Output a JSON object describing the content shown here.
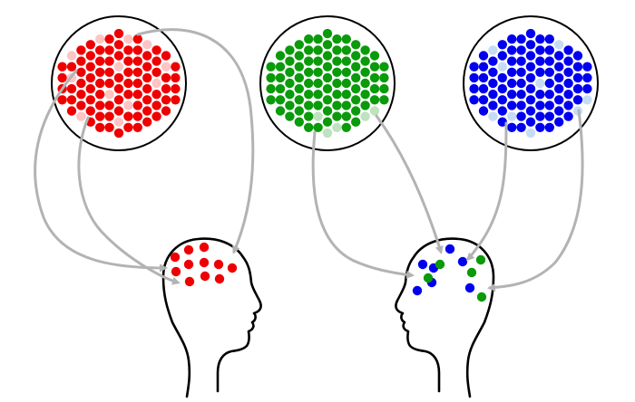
{
  "colors": {
    "background": "#ffffff",
    "outline": "#000000",
    "arrow": "#b3b3b3",
    "red": "#ee0000",
    "red_faded": "#ffc4c4",
    "green": "#0a9a0a",
    "green_faded": "#bfe2bf",
    "blue": "#0000ee",
    "blue_faded": "#c6dcf5"
  },
  "pools": [
    {
      "name": "red-pool",
      "main": "red",
      "faded": "red_faded"
    },
    {
      "name": "green-pool",
      "main": "green",
      "faded": "green_faded"
    },
    {
      "name": "blue-pool",
      "main": "blue",
      "faded": "blue_faded"
    }
  ],
  "heads": [
    {
      "name": "left-head",
      "facing": "right",
      "dots": [
        "red",
        "red",
        "red",
        "red",
        "red",
        "red",
        "red",
        "red",
        "red",
        "red",
        "red"
      ]
    },
    {
      "name": "right-head",
      "facing": "left",
      "dots": [
        "blue",
        "blue",
        "blue",
        "blue",
        "blue",
        "blue",
        "blue",
        "green",
        "green",
        "green",
        "green",
        "green"
      ]
    }
  ]
}
